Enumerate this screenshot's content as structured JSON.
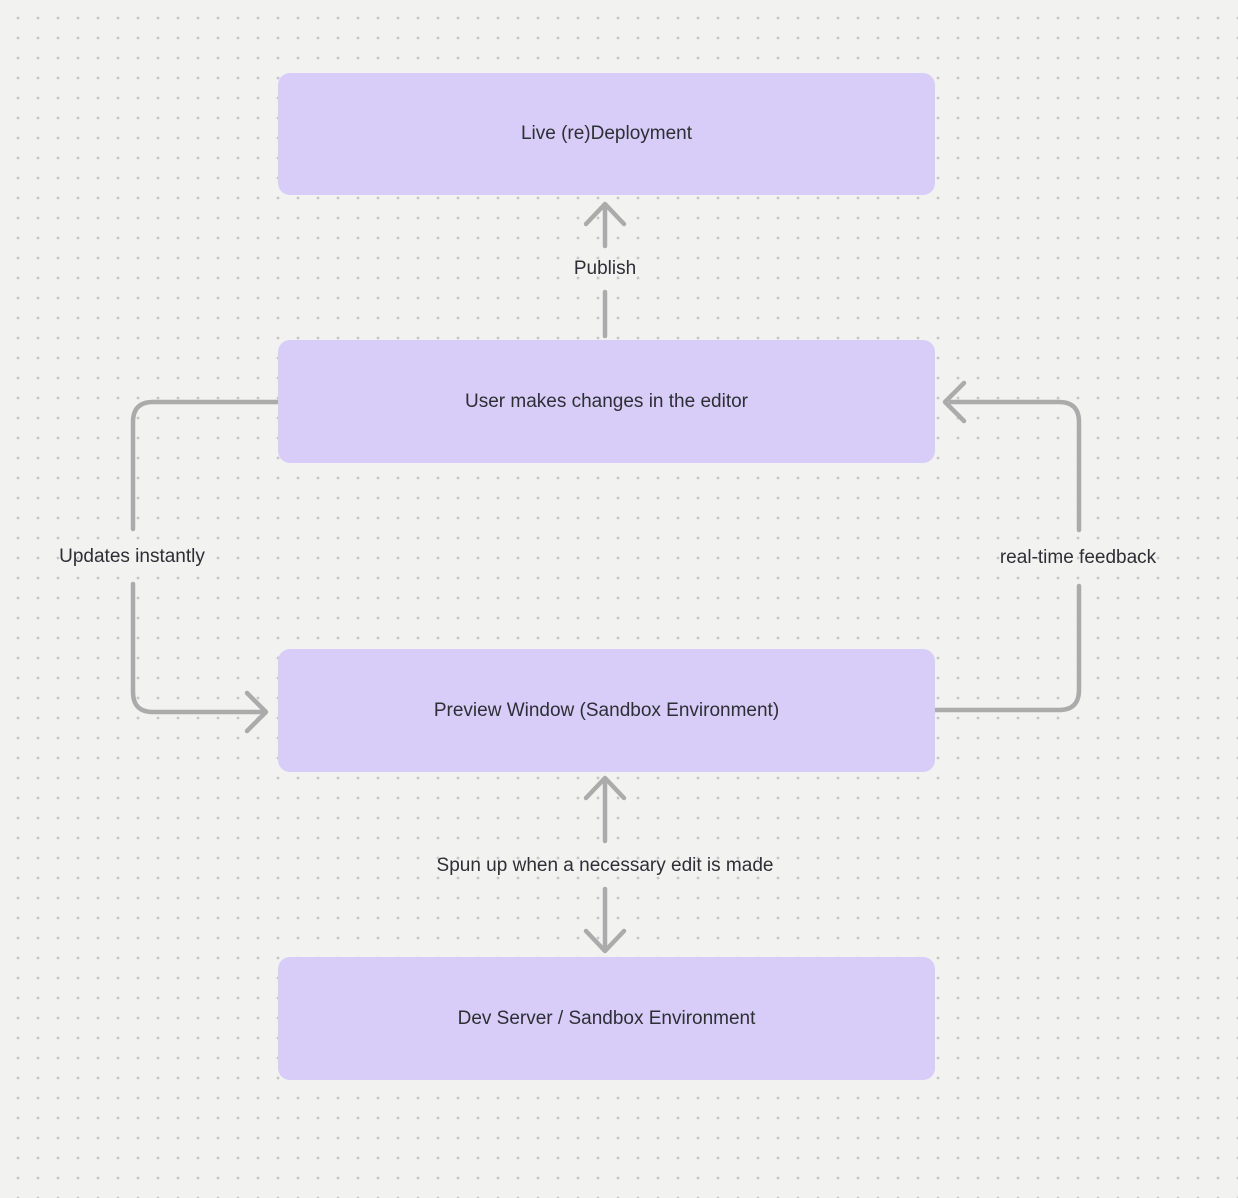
{
  "canvas": {
    "background_color": "#f2f2f1",
    "dot_color": "#c6c6c6"
  },
  "colors": {
    "node_fill": "#d7cdf8",
    "text": "#2e2e35",
    "arrow": "#ababab"
  },
  "diagram": {
    "nodes": [
      {
        "id": "live-redeployment",
        "label": "Live (re)Deployment"
      },
      {
        "id": "user-editor",
        "label": "User makes changes in the editor"
      },
      {
        "id": "preview-window",
        "label": "Preview Window (Sandbox Environment)"
      },
      {
        "id": "dev-server",
        "label": "Dev Server / Sandbox Environment"
      }
    ],
    "edges": [
      {
        "id": "publish",
        "label": "Publish",
        "from": "user-editor",
        "to": "live-redeployment",
        "direction": "up"
      },
      {
        "id": "updates-instantly",
        "label": "Updates instantly",
        "from": "user-editor",
        "to": "preview-window",
        "direction": "left-loop-down"
      },
      {
        "id": "real-time-feedback",
        "label": "real-time feedback",
        "from": "preview-window",
        "to": "user-editor",
        "direction": "right-loop-up"
      },
      {
        "id": "sandbox-sync",
        "label": "Spun up when a necessary edit is made",
        "from": "dev-server",
        "to": "preview-window",
        "direction": "bidirectional"
      }
    ]
  }
}
